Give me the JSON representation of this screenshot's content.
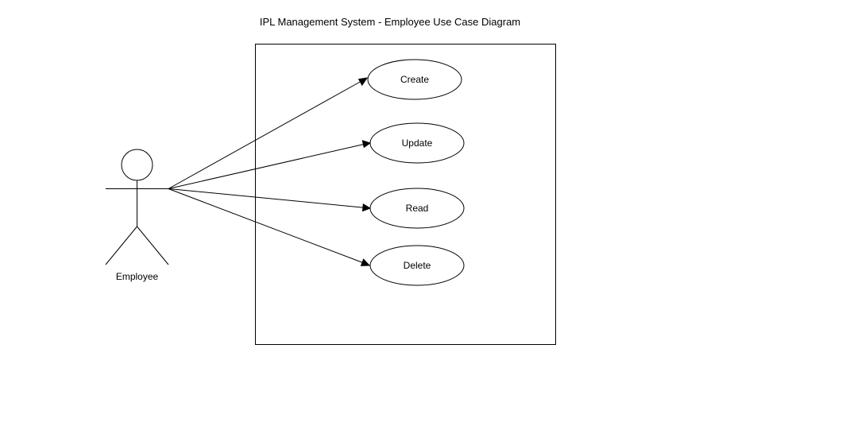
{
  "diagram": {
    "title": "IPL Management System - Employee Use Case Diagram",
    "actor": {
      "label": "Employee"
    },
    "use_cases": [
      {
        "label": "Create"
      },
      {
        "label": "Update"
      },
      {
        "label": "Read"
      },
      {
        "label": "Delete"
      }
    ],
    "colors": {
      "stroke": "#000000",
      "background": "#ffffff"
    }
  }
}
